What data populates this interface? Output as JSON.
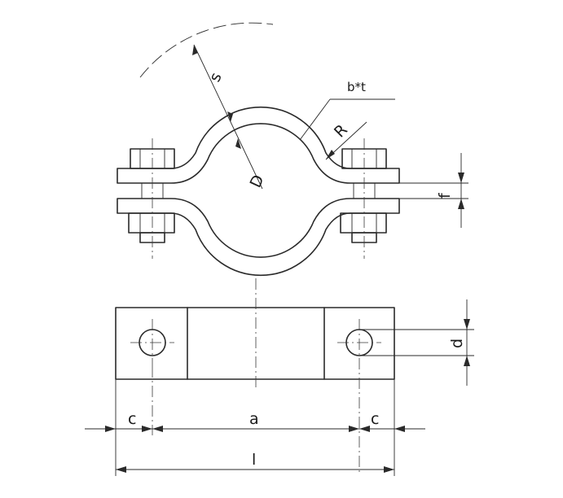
{
  "labels": {
    "s": "s",
    "bt": "b*t",
    "r": "R",
    "d_big": "D",
    "f": "f",
    "d_small": "d",
    "c_left": "c",
    "a": "a",
    "c_right": "c",
    "l": "l"
  }
}
